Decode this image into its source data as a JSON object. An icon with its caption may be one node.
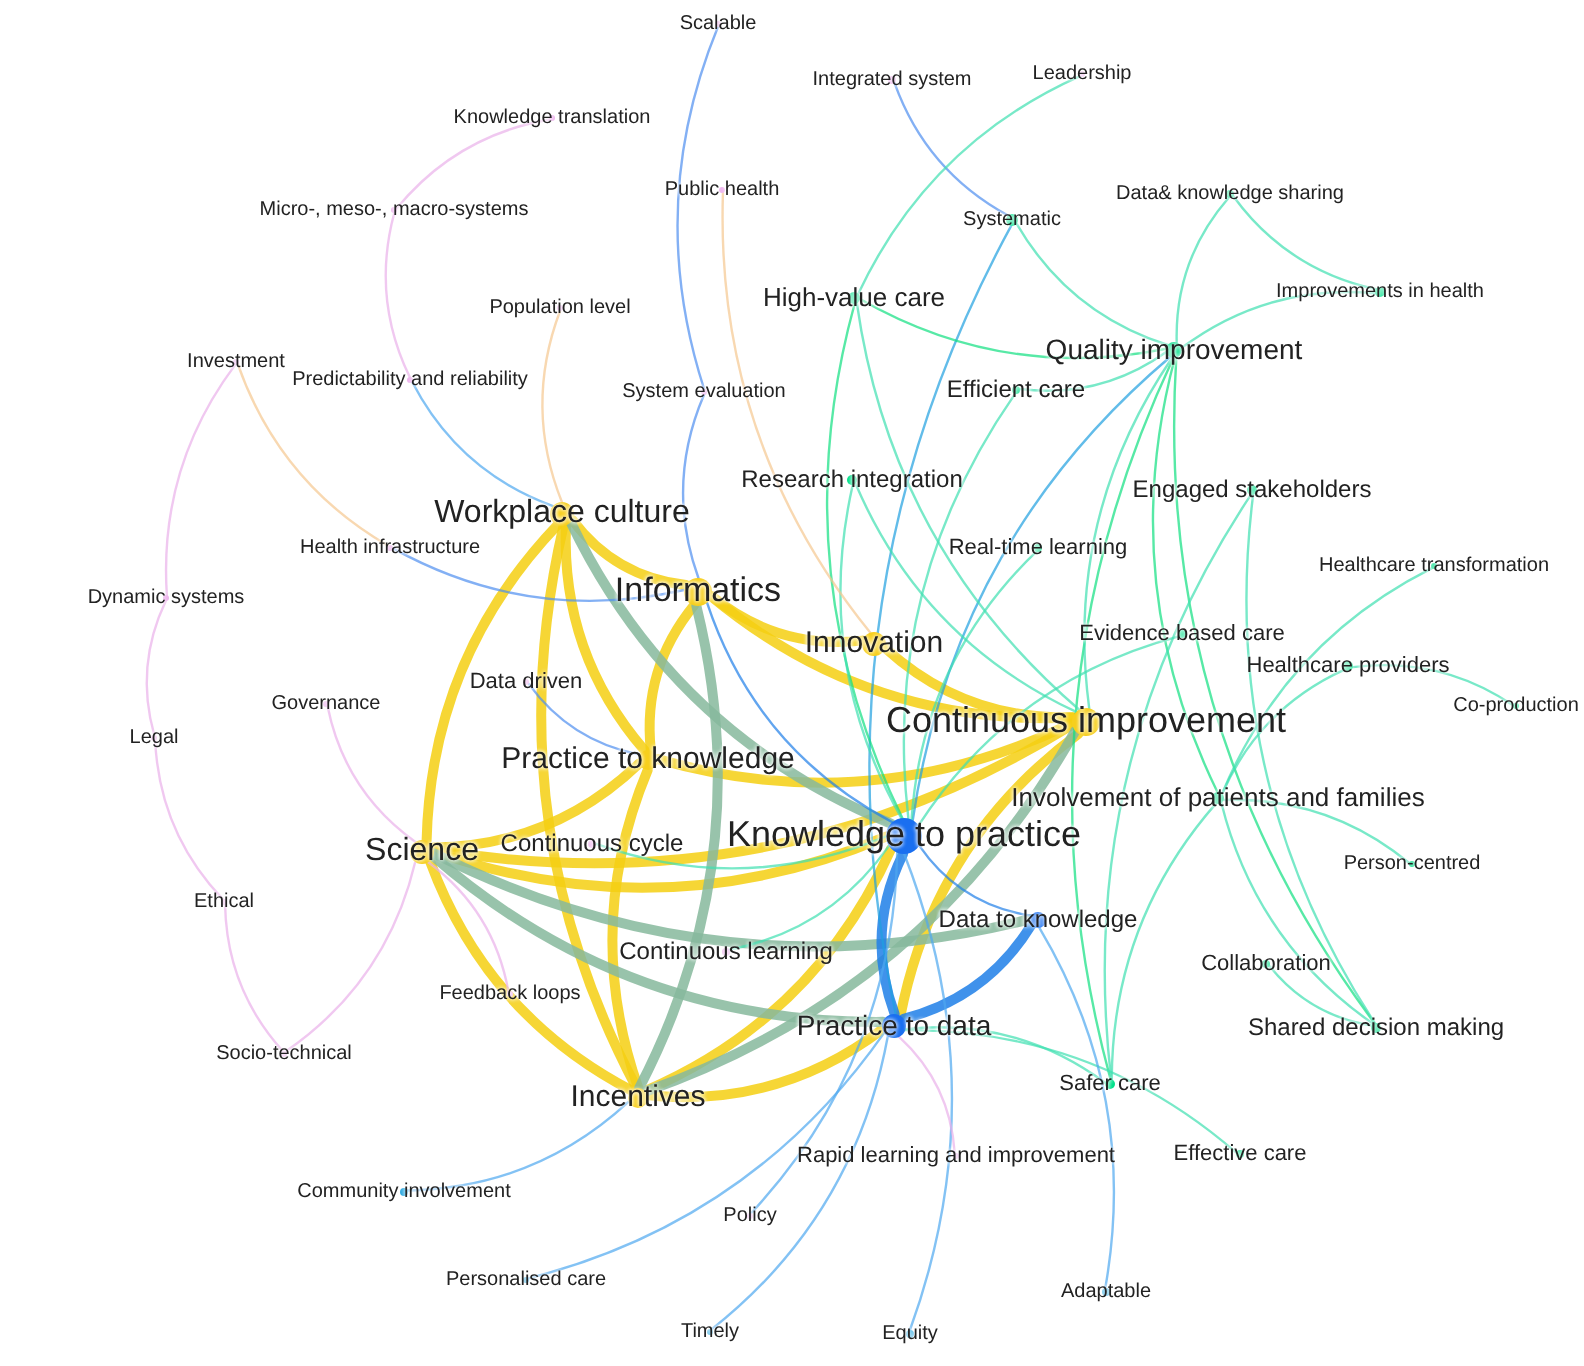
{
  "diagram": {
    "nodes": [
      {
        "text": [
          "Scalable"
        ]
      },
      {
        "text": [
          "Integrated system"
        ]
      },
      {
        "text": [
          "Leadership"
        ]
      },
      {
        "text": [
          "Knowledge translation"
        ]
      },
      {
        "text": [
          "Data& knowledge sharing"
        ]
      },
      {
        "text": [
          "Public health"
        ]
      },
      {
        "text": [
          "Micro-, meso-, macro-systems"
        ]
      },
      {
        "text": [
          "Systematic"
        ]
      },
      {
        "text": [
          "Improvements in health"
        ]
      },
      {
        "text": [
          "High-value care"
        ]
      },
      {
        "text": [
          "Population level"
        ]
      },
      {
        "text": [
          "Quality improvement"
        ]
      },
      {
        "text": [
          "Investment"
        ]
      },
      {
        "text": [
          "Predictability and reliability"
        ]
      },
      {
        "text": [
          "System evaluation"
        ]
      },
      {
        "text": [
          "Efficient care"
        ]
      },
      {
        "text": [
          "Research integration"
        ]
      },
      {
        "text": [
          "Engaged stakeholders"
        ]
      },
      {
        "text": [
          "Workplace culture"
        ]
      },
      {
        "text": [
          "Health infrastructure"
        ]
      },
      {
        "text": [
          "Real-time learning"
        ]
      },
      {
        "text": [
          "Healthcare transformation"
        ]
      },
      {
        "text": [
          "Dynamic systems"
        ]
      },
      {
        "text": [
          "Informatics"
        ]
      },
      {
        "text": [
          "Innovation"
        ]
      },
      {
        "text": [
          "Evidence based care"
        ]
      },
      {
        "text": [
          "Healthcare providers"
        ]
      },
      {
        "text": [
          "Data driven"
        ]
      },
      {
        "text": [
          "Governance"
        ]
      },
      {
        "text": [
          "Co-production"
        ]
      },
      {
        "text": [
          "Continuous improvement"
        ]
      },
      {
        "text": [
          "Legal"
        ]
      },
      {
        "text": [
          "Practice to knowledge"
        ]
      },
      {
        "text": [
          "Involvement of patients and families"
        ]
      },
      {
        "text": [
          "Knowledge to practice"
        ]
      },
      {
        "text": [
          "Science"
        ]
      },
      {
        "text": [
          "Continuous cycle"
        ]
      },
      {
        "text": [
          "Person-centred"
        ]
      },
      {
        "text": [
          "Ethical"
        ]
      },
      {
        "text": [
          "Data to knowledge"
        ]
      },
      {
        "text": [
          "Continuous learning"
        ]
      },
      {
        "text": [
          "Collaboration"
        ]
      },
      {
        "text": [
          "Feedback loops"
        ]
      },
      {
        "text": [
          "Practice to data"
        ]
      },
      {
        "text": [
          "Shared decision making"
        ]
      },
      {
        "text": [
          "Socio-technical"
        ]
      },
      {
        "text": [
          "Incentives"
        ]
      },
      {
        "text": [
          "Safer care"
        ]
      },
      {
        "text": [
          "Rapid learning and improvement"
        ]
      },
      {
        "text": [
          "Effective care"
        ]
      },
      {
        "text": [
          "Community involvement"
        ]
      },
      {
        "text": [
          "Policy"
        ]
      },
      {
        "text": [
          "Personalised care"
        ]
      },
      {
        "text": [
          "Adaptable"
        ]
      },
      {
        "text": [
          "Timely"
        ]
      },
      {
        "text": [
          "Equity"
        ]
      }
    ],
    "edges": [
      {
        "from": 18,
        "to": 35,
        "arrow": "none",
        "style": "thick",
        "color": "#f5cf12"
      },
      {
        "from": 18,
        "to": 46,
        "arrow": "none",
        "style": "thick",
        "color": "#f5cf12"
      },
      {
        "from": 18,
        "to": 23,
        "arrow": "none",
        "style": "thick",
        "color": "#f5cf12"
      },
      {
        "from": 23,
        "to": 24,
        "arrow": "none",
        "style": "thick",
        "color": "#f5cf12"
      },
      {
        "from": 23,
        "to": 30,
        "arrow": "none",
        "style": "thick",
        "color": "#f5cf12"
      },
      {
        "from": 35,
        "to": 46,
        "arrow": "none",
        "style": "thick",
        "color": "#f5cf12"
      },
      {
        "from": 35,
        "to": 34,
        "arrow": "none",
        "style": "thick",
        "color": "#f5cf12"
      },
      {
        "from": 35,
        "to": 32,
        "arrow": "none",
        "style": "thick",
        "color": "#f5cf12"
      },
      {
        "from": 32,
        "to": 30,
        "arrow": "none",
        "style": "thick",
        "color": "#f5cf12"
      },
      {
        "from": 46,
        "to": 43,
        "arrow": "none",
        "style": "thick",
        "color": "#f5cf12"
      },
      {
        "from": 46,
        "to": 34,
        "arrow": "none",
        "style": "thick",
        "color": "#f5cf12"
      },
      {
        "from": 24,
        "to": 30,
        "arrow": "none",
        "style": "thick",
        "color": "#f5cf12"
      },
      {
        "from": 35,
        "to": 30,
        "arrow": "none",
        "style": "thick",
        "color": "#f5cf12"
      },
      {
        "from": 18,
        "to": 32,
        "arrow": "none",
        "style": "thick",
        "color": "#f5cf12"
      },
      {
        "from": 23,
        "to": 32,
        "arrow": "none",
        "style": "thick",
        "color": "#f5cf12"
      },
      {
        "from": 32,
        "to": 46,
        "arrow": "none",
        "style": "thick",
        "color": "#f5cf12"
      },
      {
        "from": 30,
        "to": 43,
        "arrow": "none",
        "style": "thick",
        "color": "#f5cf12"
      },
      {
        "from": 18,
        "to": 34,
        "arrow": "none",
        "style": "thick",
        "color": "#86b89c"
      },
      {
        "from": 35,
        "to": 43,
        "arrow": "none",
        "style": "thick",
        "color": "#86b89c"
      },
      {
        "from": 46,
        "to": 23,
        "arrow": "none",
        "style": "thick",
        "color": "#86b89c"
      },
      {
        "from": 35,
        "to": 39,
        "arrow": "none",
        "style": "thick",
        "color": "#86b89c"
      },
      {
        "from": 46,
        "to": 30,
        "arrow": "none",
        "style": "thick",
        "color": "#86b89c"
      },
      {
        "from": 34,
        "to": 43,
        "arrow": "none",
        "style": "thick",
        "color": "#1f7fe8"
      },
      {
        "from": 43,
        "to": 39,
        "arrow": "none",
        "style": "thick",
        "color": "#1f7fe8"
      },
      {
        "from": 34,
        "to": 39,
        "arrow": "none",
        "color": "#1f7fe8"
      },
      {
        "from": 23,
        "to": 34,
        "arrow": "none",
        "color": "#1f7fe8"
      },
      {
        "from": 11,
        "to": 34,
        "arrow": "none",
        "color": "#1f9fe0"
      },
      {
        "from": 7,
        "to": 43,
        "arrow": "none",
        "color": "#1f9fe0"
      },
      {
        "from": 1,
        "to": 7,
        "arrow": "none",
        "color": "#4f8ff0"
      },
      {
        "from": 0,
        "to": 14,
        "arrow": "none",
        "color": "#4f8ff0"
      },
      {
        "from": 9,
        "to": 11,
        "arrow": "none",
        "color": "#10e080"
      },
      {
        "from": 9,
        "to": 34,
        "arrow": "none",
        "color": "#10e080"
      },
      {
        "from": 11,
        "to": 33,
        "arrow": "none",
        "color": "#10e080"
      },
      {
        "from": 11,
        "to": 44,
        "arrow": "none",
        "color": "#10e080"
      },
      {
        "from": 11,
        "to": 47,
        "arrow": "none",
        "color": "#10e080"
      },
      {
        "from": 17,
        "to": 47,
        "arrow": "none"
      },
      {
        "from": 9,
        "to": 30,
        "arrow": "none"
      },
      {
        "from": 11,
        "to": 30,
        "arrow": "none"
      },
      {
        "from": 16,
        "to": 30,
        "arrow": "none"
      },
      {
        "from": 33,
        "to": 44,
        "arrow": "none"
      },
      {
        "from": 33,
        "to": 47,
        "arrow": "none"
      },
      {
        "from": 4,
        "to": 8,
        "arrow": "none"
      },
      {
        "from": 4,
        "to": 11,
        "arrow": "none"
      },
      {
        "from": 7,
        "to": 11,
        "arrow": "none"
      },
      {
        "from": 15,
        "to": 11,
        "arrow": "none"
      },
      {
        "from": 20,
        "to": 34,
        "arrow": "none"
      },
      {
        "from": 25,
        "to": 34,
        "arrow": "none"
      },
      {
        "from": 26,
        "to": 33,
        "arrow": "none"
      },
      {
        "from": 41,
        "to": 44,
        "arrow": "none"
      },
      {
        "from": 49,
        "to": 43,
        "arrow": "none"
      },
      {
        "from": 47,
        "to": 43,
        "arrow": "none"
      },
      {
        "from": 17,
        "to": 44,
        "arrow": "none"
      },
      {
        "from": 21,
        "to": 33,
        "arrow": "none"
      },
      {
        "from": 29,
        "to": 26,
        "arrow": "none"
      },
      {
        "from": 37,
        "to": 33,
        "arrow": "none"
      },
      {
        "from": 8,
        "to": 11,
        "arrow": "none"
      },
      {
        "from": 2,
        "to": 9,
        "arrow": "none"
      },
      {
        "from": 15,
        "to": 34,
        "arrow": "none"
      },
      {
        "from": 16,
        "to": 34,
        "arrow": "none"
      },
      {
        "from": 40,
        "to": 34,
        "arrow": "none"
      },
      {
        "from": 36,
        "to": 34,
        "arrow": "none"
      },
      {
        "from": 22,
        "to": 31,
        "arrow": "none",
        "color": "#eab0ea"
      },
      {
        "from": 31,
        "to": 38,
        "arrow": "none",
        "color": "#eab0ea"
      },
      {
        "from": 38,
        "to": 45,
        "arrow": "none",
        "color": "#eab0ea"
      },
      {
        "from": 6,
        "to": 13,
        "arrow": "none",
        "color": "#eab0ea"
      },
      {
        "from": 12,
        "to": 22,
        "arrow": "none",
        "color": "#eab0ea"
      },
      {
        "from": 28,
        "to": 35,
        "arrow": "none",
        "color": "#eab0ea"
      },
      {
        "from": 3,
        "to": 6,
        "arrow": "none",
        "color": "#eab0ea"
      },
      {
        "from": 19,
        "to": 23,
        "arrow": "none",
        "color": "#4f8ff0"
      },
      {
        "from": 50,
        "to": 46,
        "arrow": "none",
        "color": "#4fa8f0"
      },
      {
        "from": 52,
        "to": 43,
        "arrow": "none",
        "color": "#4fa8f0"
      },
      {
        "from": 54,
        "to": 43,
        "arrow": "none",
        "color": "#4fa8f0"
      },
      {
        "from": 55,
        "to": 34,
        "arrow": "none",
        "color": "#4fa8f0"
      },
      {
        "from": 53,
        "to": 39,
        "arrow": "none",
        "color": "#4fa8f0"
      },
      {
        "from": 48,
        "to": 43,
        "arrow": "none",
        "color": "#eab0ea"
      },
      {
        "from": 51,
        "to": 34,
        "arrow": "none",
        "color": "#4fa8f0"
      },
      {
        "from": 10,
        "to": 18,
        "arrow": "none",
        "color": "#f5c890"
      },
      {
        "from": 14,
        "to": 23,
        "arrow": "none",
        "color": "#4f8ff0"
      },
      {
        "from": 5,
        "to": 24,
        "arrow": "none",
        "color": "#f5c890"
      },
      {
        "from": 42,
        "to": 35,
        "arrow": "none",
        "color": "#eab0ea"
      },
      {
        "from": 27,
        "to": 32,
        "arrow": "none",
        "color": "#4f8ff0"
      },
      {
        "from": 45,
        "to": 35,
        "arrow": "none",
        "color": "#eab0ea"
      },
      {
        "from": 13,
        "to": 18,
        "arrow": "none",
        "color": "#4fa8f0"
      },
      {
        "from": 12,
        "to": 19,
        "arrow": "none",
        "color": "#f5c890"
      }
    ]
  }
}
